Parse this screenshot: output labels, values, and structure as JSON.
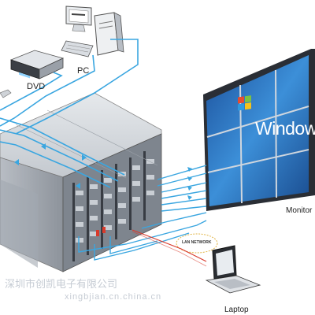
{
  "labels": {
    "dvd": "DVD",
    "pc": "PC",
    "monitor": "Monitor",
    "laptop": "Laptop",
    "lan_network": "LAN NETWORK",
    "windows_wall_text": "Windows"
  },
  "watermark": {
    "text": "深圳市创凯电子有限公司",
    "url": "xingbjian.cn.china.cn"
  },
  "colors": {
    "cable_blue": "#3aa6e0",
    "lan_red": "#d93a2b",
    "chassis_light": "#d7dbe0",
    "chassis_dark": "#8a9098",
    "wall_blue": "#2a6fb8"
  },
  "icons": [
    "pc-tower-icon",
    "pc-monitor-icon",
    "keyboard-icon",
    "dvd-player-icon",
    "matrix-chassis-icon",
    "video-wall-icon",
    "laptop-icon",
    "lan-cloud-icon",
    "windows-logo-icon"
  ]
}
